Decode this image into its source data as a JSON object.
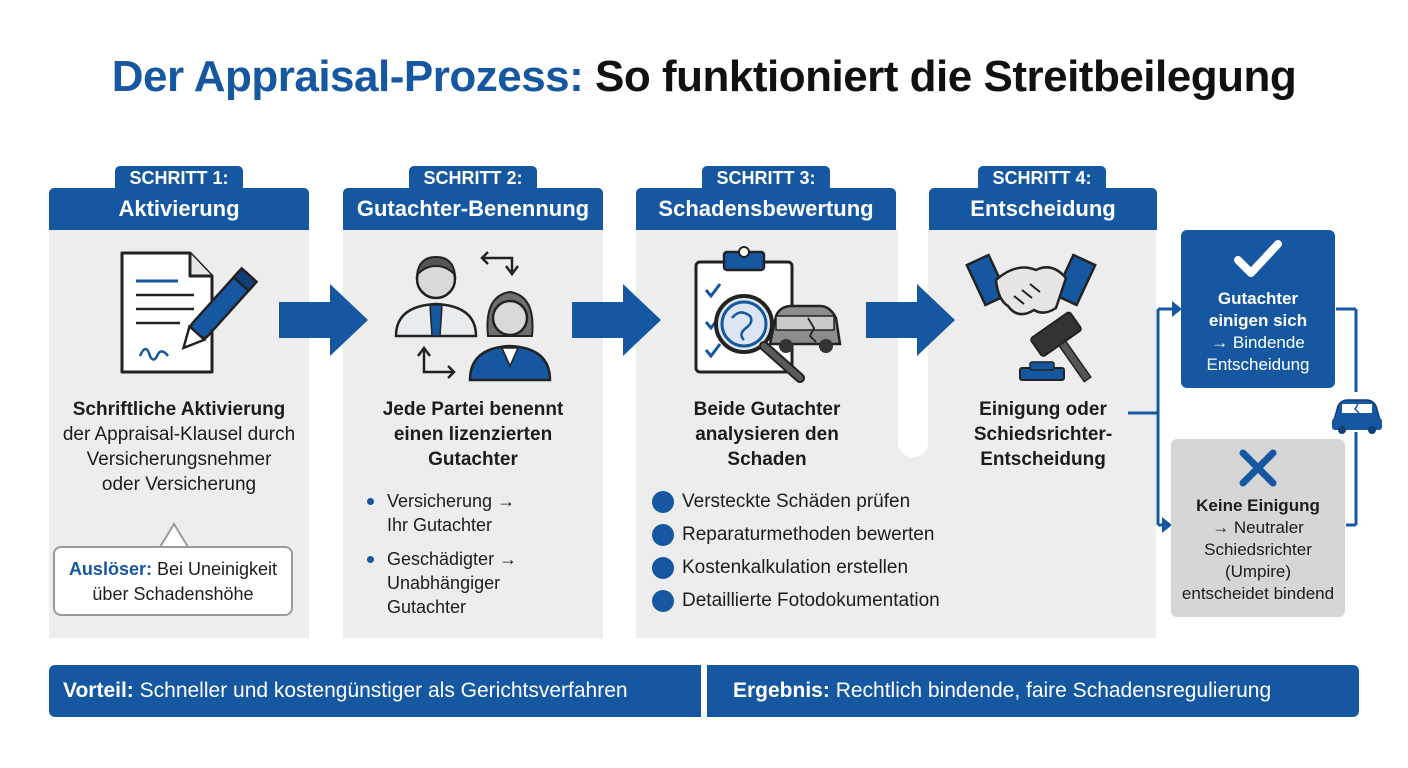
{
  "title": {
    "part1": "Der Appraisal-Prozess:",
    "part2": "So funktioniert die Streitbeilegung"
  },
  "steps": [
    {
      "tab": "SCHRITT 1:",
      "name": "Aktivierung",
      "icon": "signed-document-icon",
      "text_bold": "Schriftliche Aktivierung",
      "text_lines": [
        "der Appraisal-Klausel durch",
        "Versicherungsnehmer",
        "oder Versicherung"
      ],
      "trigger_label": "Auslöser:",
      "trigger_text1": "Bei Uneinigkeit",
      "trigger_text2": "über Schadenshöhe"
    },
    {
      "tab": "SCHRITT 2:",
      "name": "Gutachter-Benennung",
      "icon": "two-appraisers-icon",
      "text_bold_lines": [
        "Jede Partei benennt",
        "einen lizenzierten",
        "Gutachter"
      ],
      "bullets": [
        [
          "Versicherung →",
          "Ihr Gutachter"
        ],
        [
          "Geschädigter →",
          "Unabhängiger",
          "Gutachter"
        ]
      ]
    },
    {
      "tab": "SCHRITT 3:",
      "name": "Schadensbewertung",
      "icon": "clipboard-magnifier-car-icon",
      "text_bold_lines": [
        "Beide Gutachter",
        "analysieren den",
        "Schaden"
      ],
      "checks": [
        "Versteckte Schäden prüfen",
        "Reparaturmethoden bewerten",
        "Kostenkalkulation erstellen",
        "Detaillierte Fotodokumentation"
      ]
    },
    {
      "tab": "SCHRITT 4:",
      "name": "Entscheidung",
      "icon": "handshake-gavel-icon",
      "text_bold_lines": [
        "Einigung oder",
        "Schiedsrichter-",
        "Entscheidung"
      ]
    }
  ],
  "outcomes": {
    "agree": {
      "icon": "checkmark-icon",
      "bold_lines": [
        "Gutachter",
        "einigen sich"
      ],
      "lines": [
        "→ Bindende",
        "Entscheidung"
      ]
    },
    "disagree": {
      "icon": "cross-icon",
      "bold_lines": [
        "Keine Einigung"
      ],
      "lines": [
        "→ Neutraler",
        "Schiedsrichter",
        "(Umpire)",
        "entscheidet bindend"
      ]
    },
    "car_icon": "car-icon"
  },
  "footer": {
    "advantage_label": "Vorteil:",
    "advantage_text": "Schneller und kostengünstiger als Gerichtsverfahren",
    "result_label": "Ergebnis:",
    "result_text": "Rechtlich bindende, faire Schadensregulierung"
  },
  "colors": {
    "accent": "#1557a0",
    "panel": "#ededed",
    "outcome_negative": "#d6d6d6"
  }
}
